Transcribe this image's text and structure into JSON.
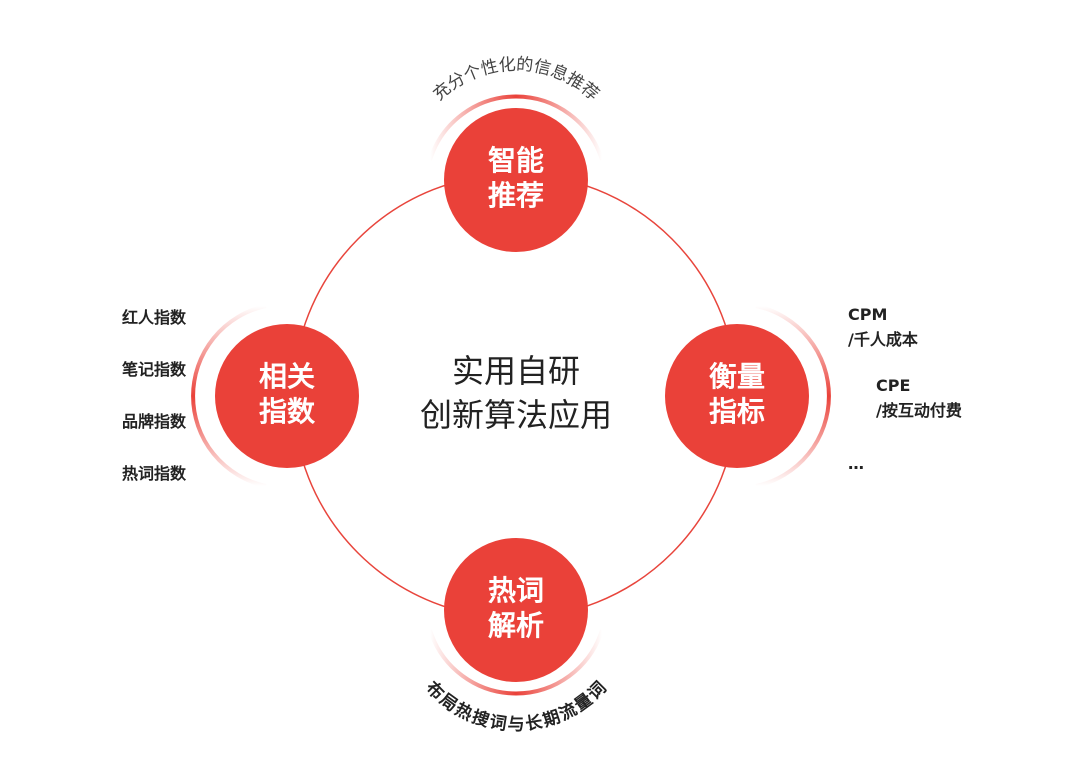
{
  "center": {
    "line1": "实用自研",
    "line2": "创新算法应用"
  },
  "nodes": {
    "top": {
      "line1": "智能",
      "line2": "推荐",
      "caption": "充分个性化的信息推荐"
    },
    "left": {
      "line1": "相关",
      "line2": "指数"
    },
    "right": {
      "line1": "衡量",
      "line2": "指标"
    },
    "bottom": {
      "line1": "热词",
      "line2": "解析",
      "caption": "布局热搜词与长期流量词"
    }
  },
  "left_items": [
    "红人指数",
    "笔记指数",
    "品牌指数",
    "热词指数"
  ],
  "right_items": {
    "cpm": "CPM",
    "cpm_desc": "/千人成本",
    "cpe": "CPE",
    "cpe_desc": "/按互动付费",
    "more": "…"
  },
  "colors": {
    "accent": "#ea4139",
    "ring": "#e8453c"
  }
}
